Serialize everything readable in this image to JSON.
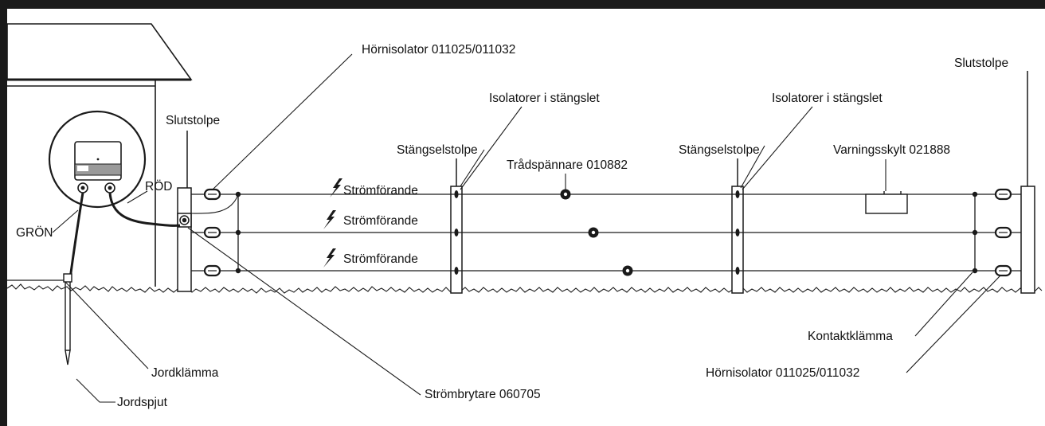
{
  "labels": {
    "hornisolator_top": "Hörnisolator 011025/011032",
    "isolatorer_1": "Isolatorer i stängslet",
    "isolatorer_2": "Isolatorer i stängslet",
    "slutstolpe_left": "Slutstolpe",
    "slutstolpe_right": "Slutstolpe",
    "stangselstolpe_1": "Stängselstolpe",
    "stangselstolpe_2": "Stängselstolpe",
    "tradspannare": "Trådspännare 010882",
    "varningsskylt": "Varningsskylt 021888",
    "rod": "RÖD",
    "gron": "GRÖN",
    "stromforande_1": "Strömförande",
    "stromforande_2": "Strömförande",
    "stromforande_3": "Strömförande",
    "jordklamma": "Jordklämma",
    "jordspjut": "Jordspjut",
    "strombrytare": "Strömbrytare 060705",
    "kontaktklamma": "Kontaktklämma",
    "hornisolator_bottom": "Hörnisolator 011025/011032"
  },
  "icons": {
    "lightning": "lightning-bolt-icon",
    "energizer": "fence-energizer-icon",
    "warning_sign": "warning-sign-icon"
  },
  "colors": {
    "line": "#1a1a1a",
    "frame": "#1a1a1a",
    "background": "#ffffff"
  }
}
